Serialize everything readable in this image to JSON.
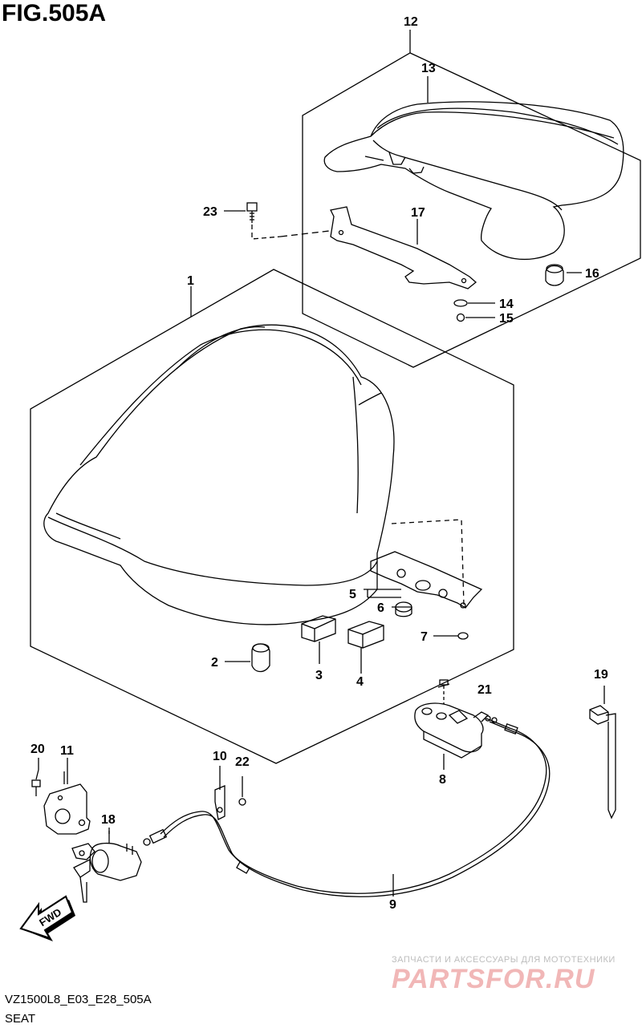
{
  "header": {
    "title": "FIG.505A"
  },
  "footer": {
    "code": "VZ1500L8_E03_E28_505A",
    "caption": "SEAT"
  },
  "watermark": {
    "subtitle": "ЗАПЧАСТИ И АКСЕССУАРЫ ДЛЯ МОТОТЕХНИКИ",
    "logo": "PARTSFOR.RU",
    "logo_color": "#f1b7b7"
  },
  "direction_arrow": {
    "label": "FWD"
  },
  "callouts": {
    "c1": "1",
    "c2": "2",
    "c3": "3",
    "c4": "4",
    "c5": "5",
    "c6": "6",
    "c7": "7",
    "c8": "8",
    "c9": "9",
    "c10": "10",
    "c11": "11",
    "c12": "12",
    "c13": "13",
    "c14": "14",
    "c15": "15",
    "c16": "16",
    "c17": "17",
    "c18": "18",
    "c19": "19",
    "c20": "20",
    "c21": "21",
    "c22": "22",
    "c23": "23"
  }
}
